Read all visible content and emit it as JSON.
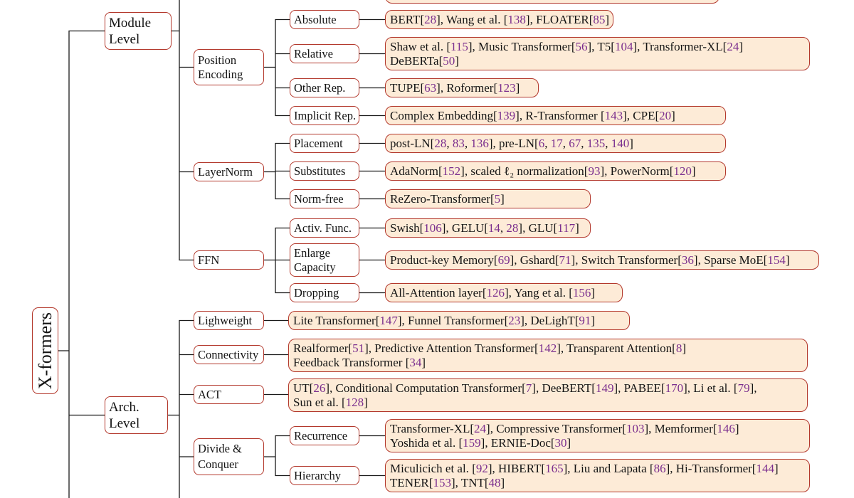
{
  "colors": {
    "node_border": "#b3382c",
    "reference_fill": "#fdebd7",
    "citation": "#7a2e8e",
    "connector": "#1a1a1a"
  },
  "taxonomy": {
    "root": "X-formers",
    "module_level": {
      "label": [
        "Module",
        "Level"
      ],
      "position_encoding": {
        "label": [
          "Position",
          "Encoding"
        ],
        "items": [
          {
            "label": [
              "Absolute"
            ],
            "refs": [
              "BERT[28], Wang et al. [138], FLOATER[85]"
            ]
          },
          {
            "label": [
              "Relative"
            ],
            "refs": [
              "Shaw et al. [115], Music Transformer[56], T5[104], Transformer-XL[24]",
              "DeBERTa[50]"
            ]
          },
          {
            "label": [
              "Other Rep."
            ],
            "refs": [
              "TUPE[63], Roformer[123]"
            ]
          },
          {
            "label": [
              "Implicit Rep."
            ],
            "refs": [
              "Complex Embedding[139], R-Transformer [143], CPE[20]"
            ]
          }
        ]
      },
      "layer_norm": {
        "label": [
          "LayerNorm"
        ],
        "items": [
          {
            "label": [
              "Placement"
            ],
            "refs": [
              "post-LN[28, 83, 136], pre-LN[6, 17, 67, 135, 140]"
            ]
          },
          {
            "label": [
              "Substitutes"
            ],
            "refs": [
              "AdaNorm[152], scaled ℓ₂ normalization[93], PowerNorm[120]"
            ]
          },
          {
            "label": [
              "Norm-free"
            ],
            "refs": [
              "ReZero-Transformer[5]"
            ]
          }
        ]
      },
      "ffn": {
        "label": [
          "FFN"
        ],
        "items": [
          {
            "label": [
              "Activ. Func."
            ],
            "refs": [
              "Swish[106], GELU[14, 28], GLU[117]"
            ]
          },
          {
            "label": [
              "Enlarge",
              "Capacity"
            ],
            "refs": [
              "Product-key Memory[69], Gshard[71], Switch Transformer[36], Sparse MoE[154]"
            ]
          },
          {
            "label": [
              "Dropping"
            ],
            "refs": [
              "All-Attention layer[126], Yang et al. [156]"
            ]
          }
        ]
      }
    },
    "arch_level": {
      "label": [
        "Arch.",
        "Level"
      ],
      "items": [
        {
          "label": [
            "Lighweight"
          ],
          "refs": [
            "Lite Transformer[147], Funnel Transformer[23], DeLighT[91]"
          ]
        },
        {
          "label": [
            "Connectivity"
          ],
          "refs": [
            "Realformer[51], Predictive Attention Transformer[142], Transparent Attention[8]",
            "Feedback Transformer [34]"
          ]
        },
        {
          "label": [
            "ACT"
          ],
          "refs": [
            "UT[26], Conditional Computation Transformer[7], DeeBERT[149], PABEE[170], Li et al. [79],",
            "Sun et al. [128]"
          ]
        }
      ],
      "divide_conquer": {
        "label": [
          "Divide &",
          "Conquer"
        ],
        "items": [
          {
            "label": [
              "Recurrence"
            ],
            "refs": [
              "Transformer-XL[24], Compressive Transformer[103], Memformer[146]",
              "Yoshida et al. [159], ERNIE-Doc[30]"
            ]
          },
          {
            "label": [
              "Hierarchy"
            ],
            "refs": [
              "Miculicich et al. [92], HIBERT[165], Liu and Lapata [86], Hi-Transformer[144]",
              "TENER[153], TNT[48]"
            ]
          }
        ]
      }
    }
  }
}
